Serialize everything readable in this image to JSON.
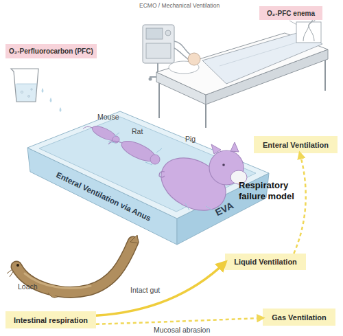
{
  "diagram": {
    "nodes": [
      {
        "text": [
          "O₂-PFC enema"
        ]
      },
      {
        "text": [
          "O₂-Perfluorocarbon (PFC)"
        ]
      },
      {
        "text": [
          "Enteral Ventilation via Anus",
          "EVA"
        ]
      },
      {
        "text": [
          "Enteral Ventilation"
        ]
      },
      {
        "text": [
          "Liquid Ventilation"
        ]
      },
      {
        "text": [
          "Intestinal respiration"
        ]
      },
      {
        "text": [
          "Gas Ventilation"
        ]
      }
    ],
    "edges": [
      {
        "from": 5,
        "to": 4,
        "label": "Intact gut",
        "arrow": "to"
      },
      {
        "from": 5,
        "to": 6,
        "label": "Mucosal abrasion",
        "arrow": "to"
      },
      {
        "from": 4,
        "to": 3,
        "label": "Respiratory failure model",
        "arrow": "to"
      }
    ],
    "labels": [
      "ECMO / Mechanical Ventilation",
      "Mouse",
      "Rat",
      "Pig",
      "Loach"
    ]
  }
}
